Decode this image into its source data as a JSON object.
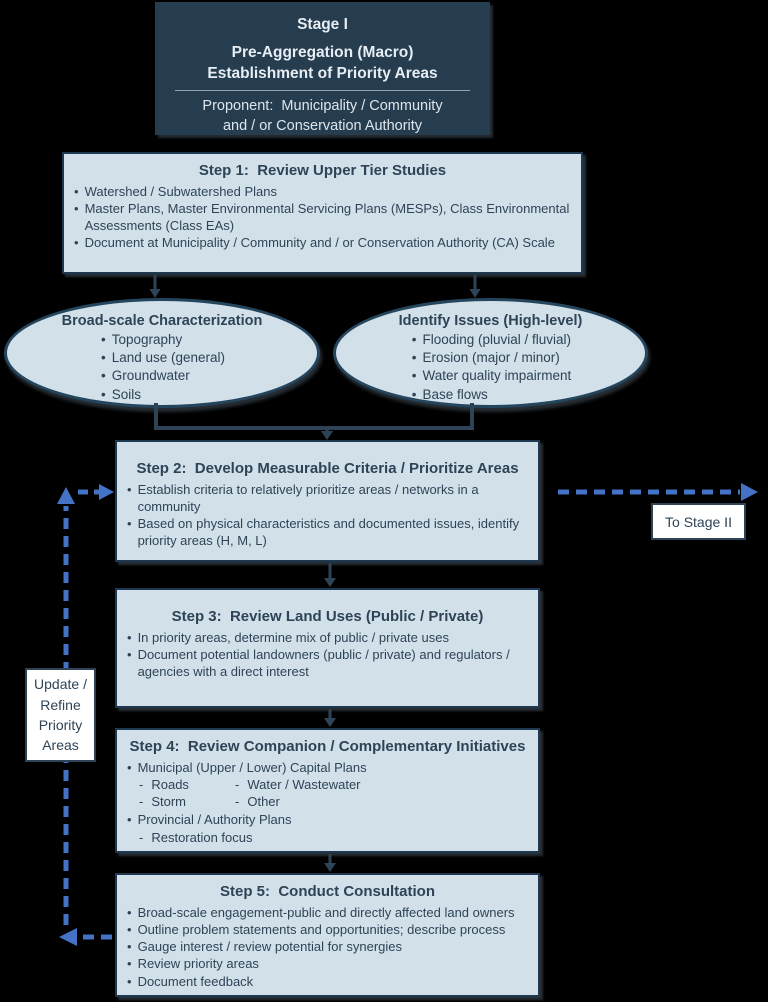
{
  "colors": {
    "background": "#000000",
    "box_fill": "#d2e0ea",
    "box_border": "#1d3850",
    "header_fill": "#263c4f",
    "text": "#2e4456",
    "dashed_arrow_blue": "#4472c4",
    "connector_dark": "#2e4456",
    "label_fill": "#ffffff"
  },
  "header": {
    "title1": "Stage I",
    "title2": "Pre-Aggregation (Macro)",
    "title3": "Establishment of Priority Areas",
    "proponent1": "Proponent:  Municipality / Community",
    "proponent2": "and / or Conservation Authority"
  },
  "step1": {
    "title": "Step 1:  Review Upper Tier Studies",
    "bullets": [
      "Watershed / Subwatershed Plans",
      "Master Plans, Master Environmental Servicing Plans (MESPs), Class Environmental Assessments (Class EAs)",
      "Document at Municipality / Community and / or Conservation Authority (CA) Scale"
    ]
  },
  "ellipse_left": {
    "title": "Broad-scale Characterization",
    "bullets": [
      "Topography",
      "Land use (general)",
      "Groundwater",
      "Soils"
    ]
  },
  "ellipse_right": {
    "title": "Identify Issues (High-level)",
    "bullets": [
      "Flooding (pluvial / fluvial)",
      "Erosion (major / minor)",
      "Water quality impairment",
      "Base flows"
    ]
  },
  "step2": {
    "title": "Step 2:  Develop Measurable Criteria / Prioritize Areas",
    "bullets": [
      "Establish criteria to relatively prioritize areas / networks in a community",
      "Based on physical characteristics and documented issues, identify priority areas (H, M, L)"
    ]
  },
  "step3": {
    "title": "Step 3:  Review Land Uses (Public / Private)",
    "bullets": [
      "In priority areas, determine mix of public / private uses",
      "Document potential landowners (public / private) and regulators / agencies with a direct interest"
    ]
  },
  "step4": {
    "title": "Step 4:  Review Companion / Complementary Initiatives",
    "bullet1": "Municipal (Upper / Lower) Capital Plans",
    "pairs": [
      "Roads",
      "Water / Wastewater",
      "Storm",
      "Other"
    ],
    "bullet2": "Provincial / Authority Plans",
    "sub2": "Restoration focus"
  },
  "step5": {
    "title": "Step 5:  Conduct Consultation",
    "bullets": [
      "Broad-scale engagement-public and directly affected land owners",
      "Outline problem statements and opportunities; describe process",
      "Gauge interest / review potential for synergies",
      "Review priority areas",
      "Document feedback"
    ]
  },
  "labels": {
    "to_stage_ii": "To Stage II",
    "update": [
      "Update /",
      "Refine",
      "Priority",
      "Areas"
    ]
  }
}
